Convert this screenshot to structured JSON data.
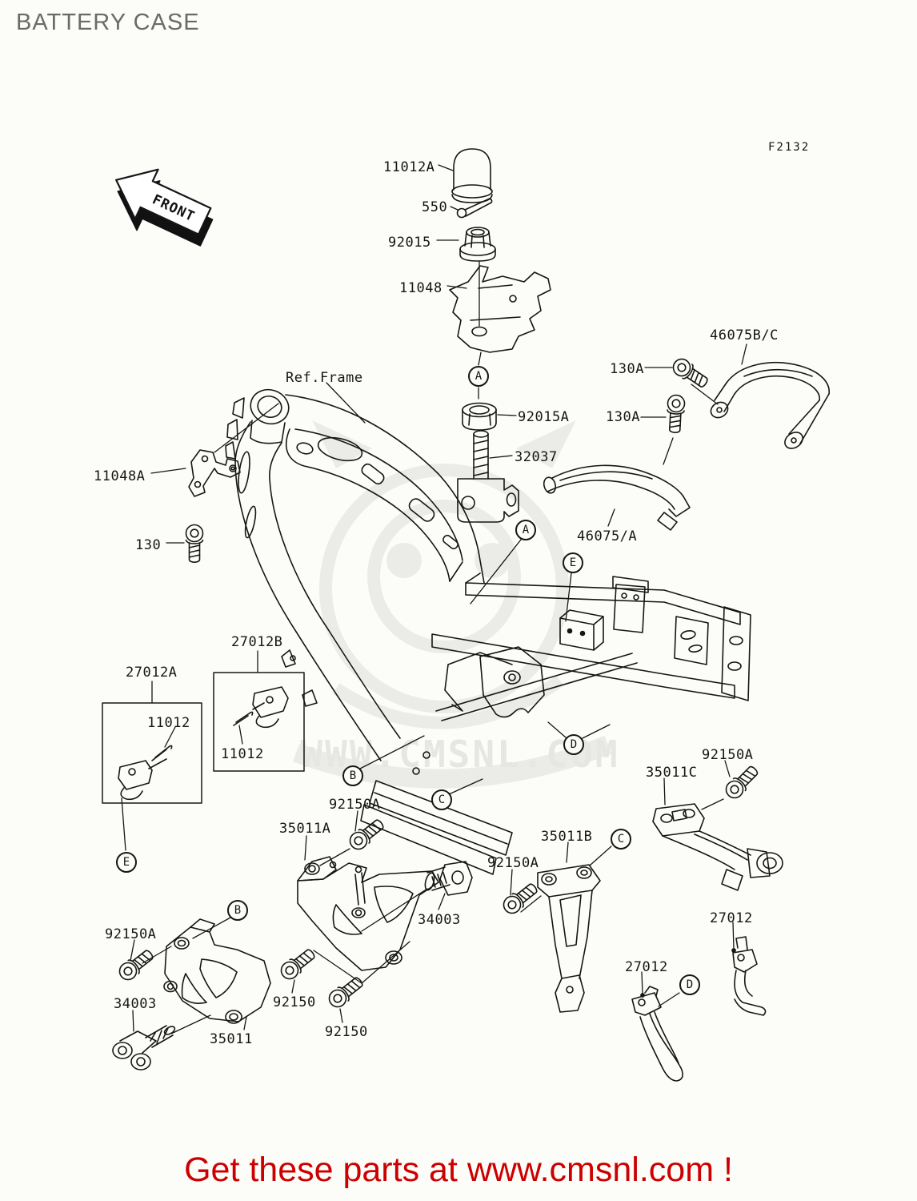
{
  "page": {
    "title": "BATTERY CASE",
    "figure_code": "F2132",
    "footer": "Get these parts at www.cmsnl.com !",
    "watermark": "WWW.CMSNL.COM",
    "front_arrow": "FRONT",
    "ref_frame": "Ref.Frame"
  },
  "colors": {
    "line": "#161616",
    "title_gray": "#6a6a6a",
    "footer_red": "#cc0000",
    "watermark_gray": "#e8e8e4",
    "background": "#fcfcf8"
  },
  "part_labels": [
    {
      "text": "11012A"
    },
    {
      "text": "550"
    },
    {
      "text": "92015"
    },
    {
      "text": "11048"
    },
    {
      "text": "92015A"
    },
    {
      "text": "32037"
    },
    {
      "text": "46075B/C"
    },
    {
      "text": "130A"
    },
    {
      "text": "130A"
    },
    {
      "text": "46075/A"
    },
    {
      "text": "11048A"
    },
    {
      "text": "130"
    },
    {
      "text": "27012A"
    },
    {
      "text": "11012"
    },
    {
      "text": "27012B"
    },
    {
      "text": "11012"
    },
    {
      "text": "92150A"
    },
    {
      "text": "34003"
    },
    {
      "text": "35011"
    },
    {
      "text": "92150"
    },
    {
      "text": "92150"
    },
    {
      "text": "92150A"
    },
    {
      "text": "35011A"
    },
    {
      "text": "34003"
    },
    {
      "text": "92150A"
    },
    {
      "text": "35011B"
    },
    {
      "text": "35011C"
    },
    {
      "text": "92150A"
    },
    {
      "text": "27012"
    },
    {
      "text": "27012"
    }
  ],
  "callouts": [
    {
      "letter": "A"
    },
    {
      "letter": "A"
    },
    {
      "letter": "E"
    },
    {
      "letter": "E"
    },
    {
      "letter": "B"
    },
    {
      "letter": "B"
    },
    {
      "letter": "C"
    },
    {
      "letter": "C"
    },
    {
      "letter": "D"
    },
    {
      "letter": "D"
    }
  ]
}
